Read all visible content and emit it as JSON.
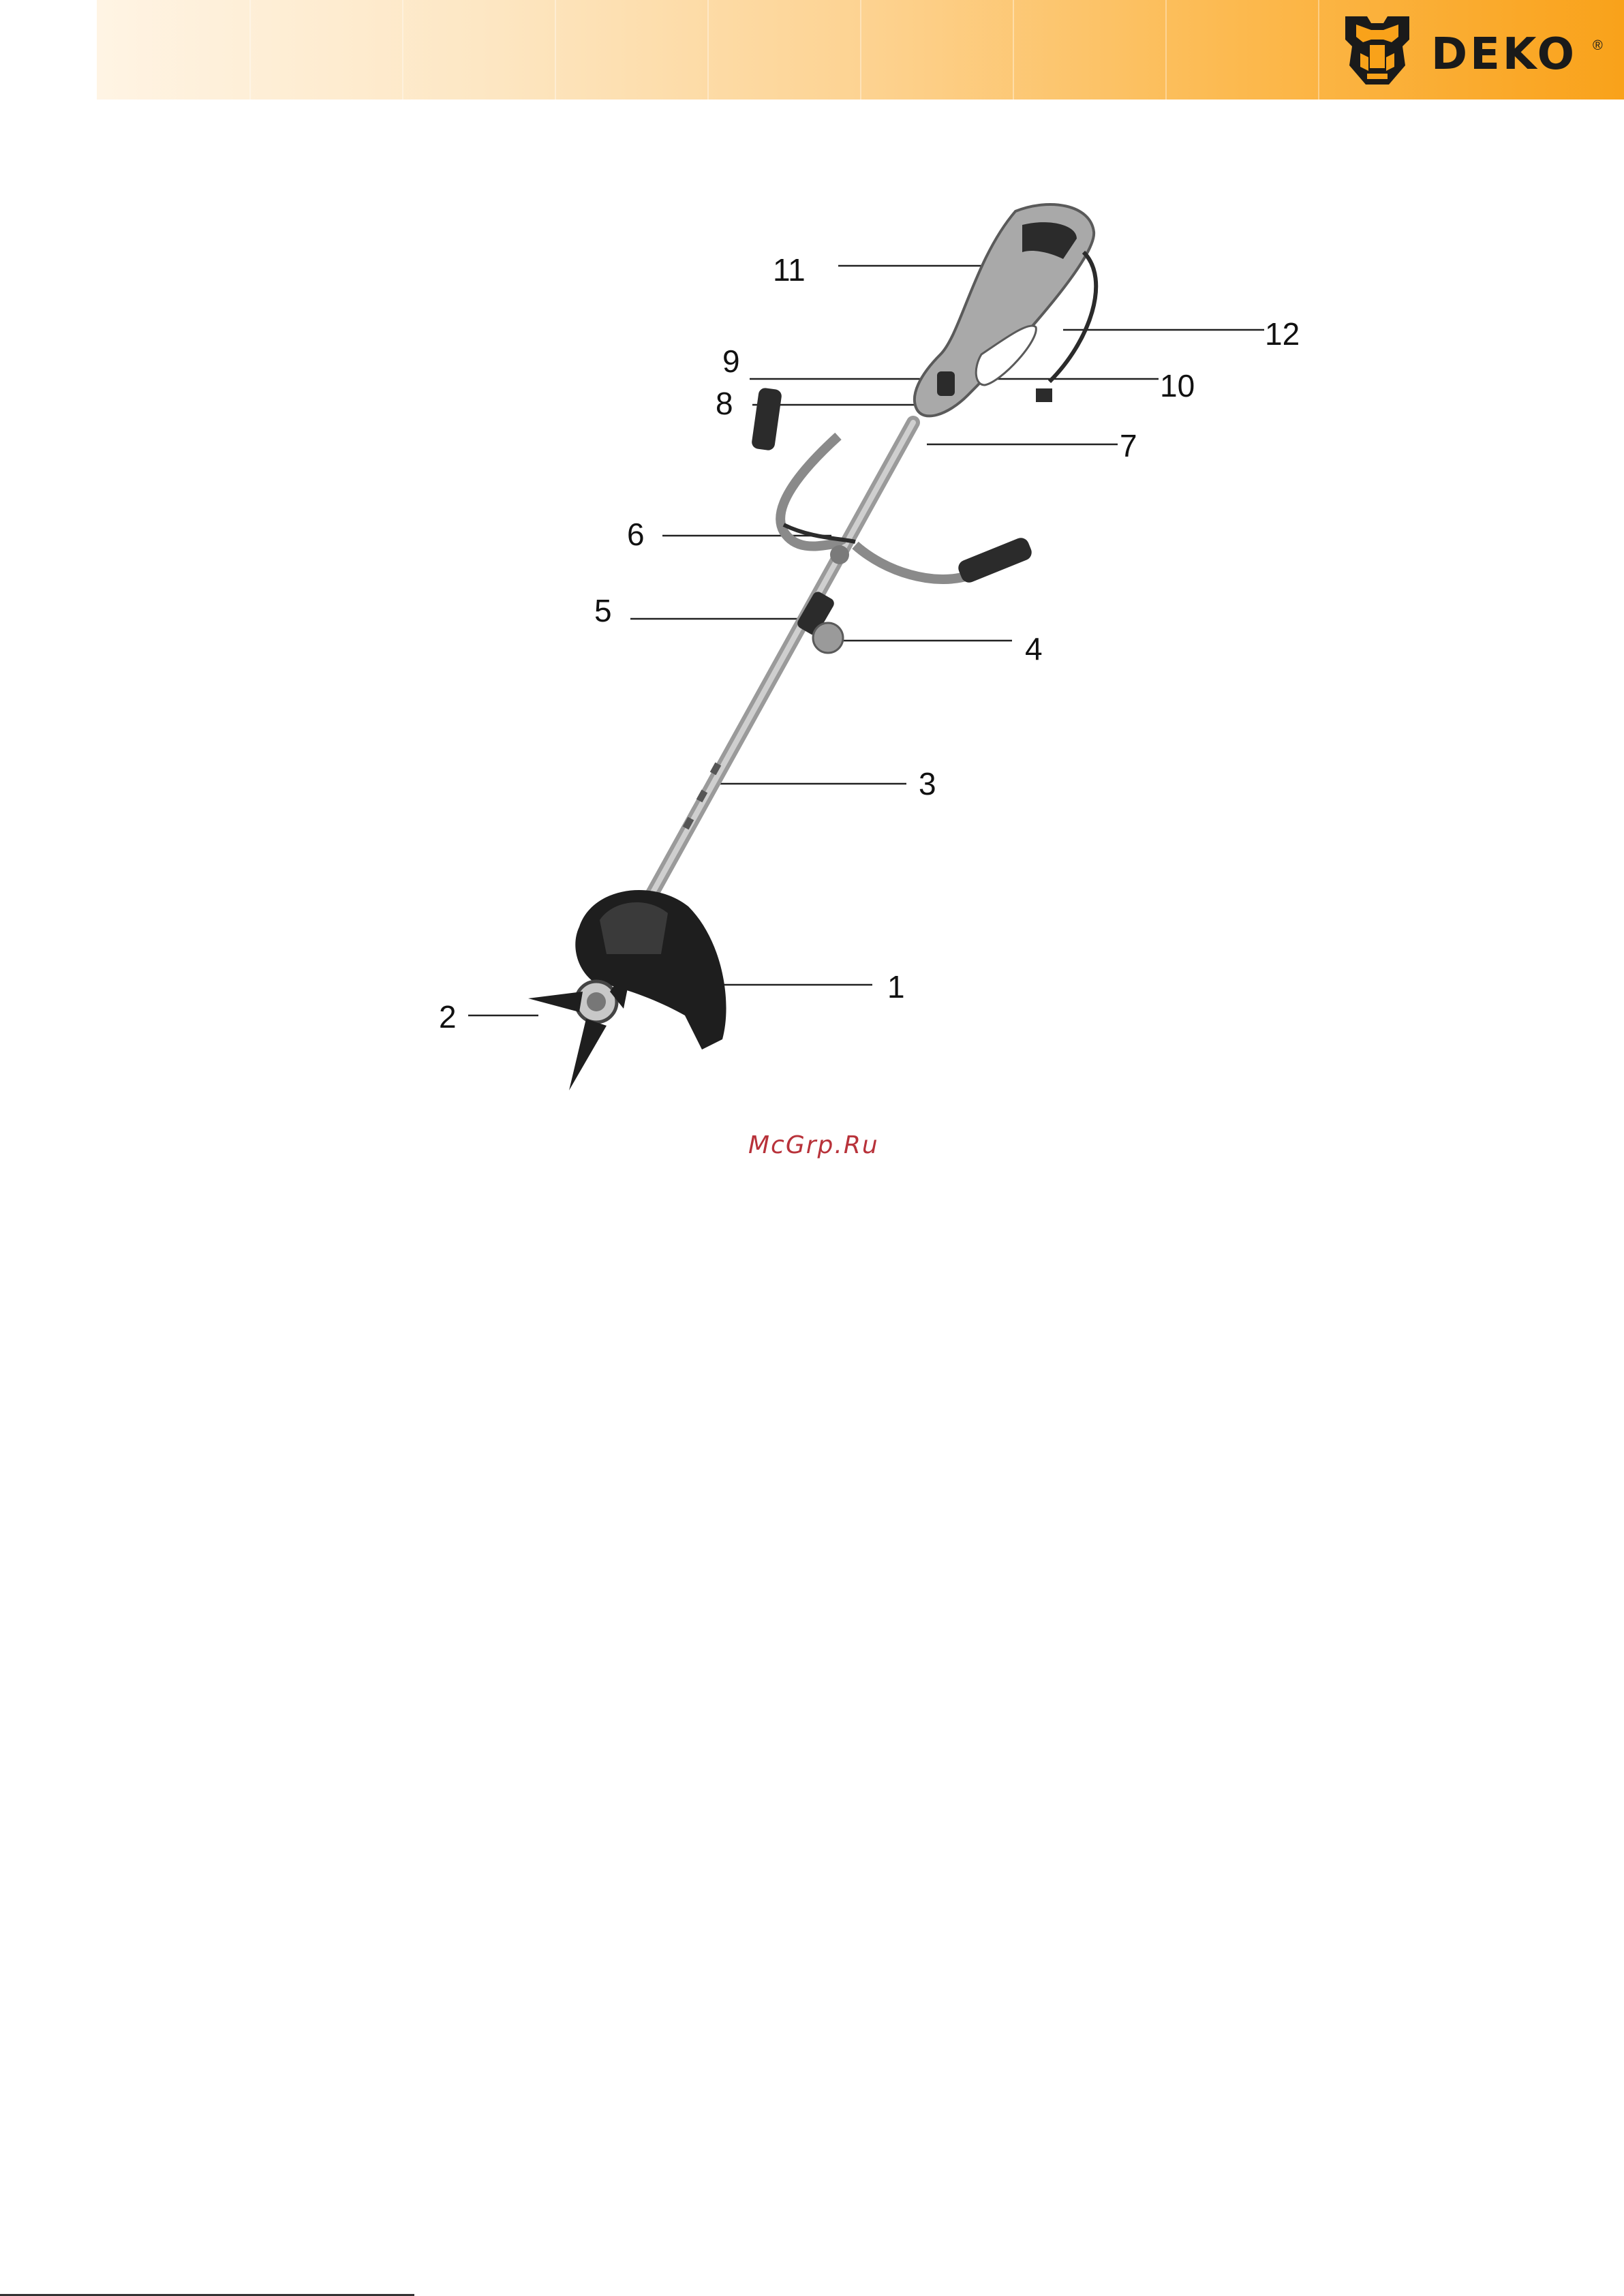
{
  "header": {
    "brand": "DEKO",
    "registered_mark": "®",
    "gradient_colors": [
      "#fff4e4",
      "#fde7c4",
      "#fdd392",
      "#fcb94e",
      "#f9a21a"
    ],
    "logo_icon": "deko-shield-logo-icon"
  },
  "figure": {
    "image_icon": "electric-brush-cutter-illustration",
    "callouts": [
      "1",
      "2",
      "3",
      "4",
      "5",
      "6",
      "7",
      "8",
      "9",
      "10",
      "11",
      "12"
    ]
  },
  "watermark": "McGrp.Ru"
}
